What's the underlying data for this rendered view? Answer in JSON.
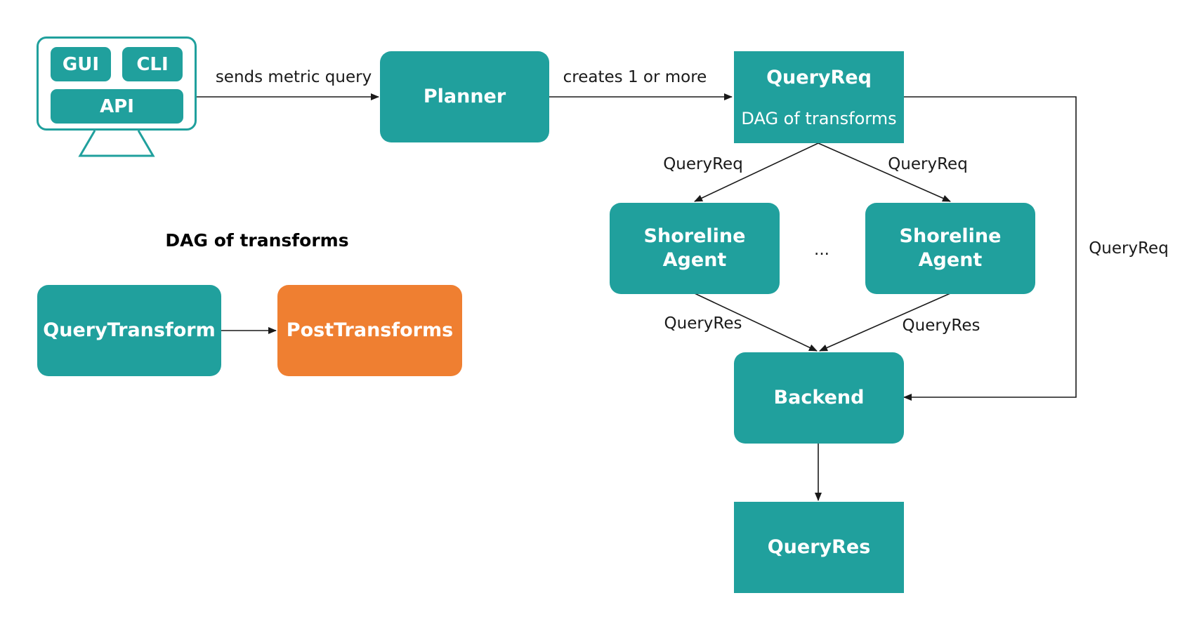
{
  "client": {
    "gui_label": "GUI",
    "cli_label": "CLI",
    "api_label": "API"
  },
  "nodes": {
    "planner": "Planner",
    "queryreq_title": "QueryReq",
    "queryreq_subtitle": "DAG of transforms",
    "agent_left_line1": "Shoreline",
    "agent_left_line2": "Agent",
    "agent_right_line1": "Shoreline",
    "agent_right_line2": "Agent",
    "ellipsis": "...",
    "backend": "Backend",
    "queryres": "QueryRes"
  },
  "edges": {
    "sends_metric_query": "sends metric query",
    "creates_one_or_more": "creates 1 or more",
    "queryreq_left": "QueryReq",
    "queryreq_right": "QueryReq",
    "queryreq_bypass": "QueryReq",
    "queryres_left": "QueryRes",
    "queryres_right": "QueryRes"
  },
  "legend": {
    "title": "DAG of transforms",
    "query_transform": "QueryTransform",
    "post_transforms": "PostTransforms"
  },
  "colors": {
    "teal": "#20a09d",
    "orange": "#ef7f31",
    "line": "#1a1a1a"
  }
}
